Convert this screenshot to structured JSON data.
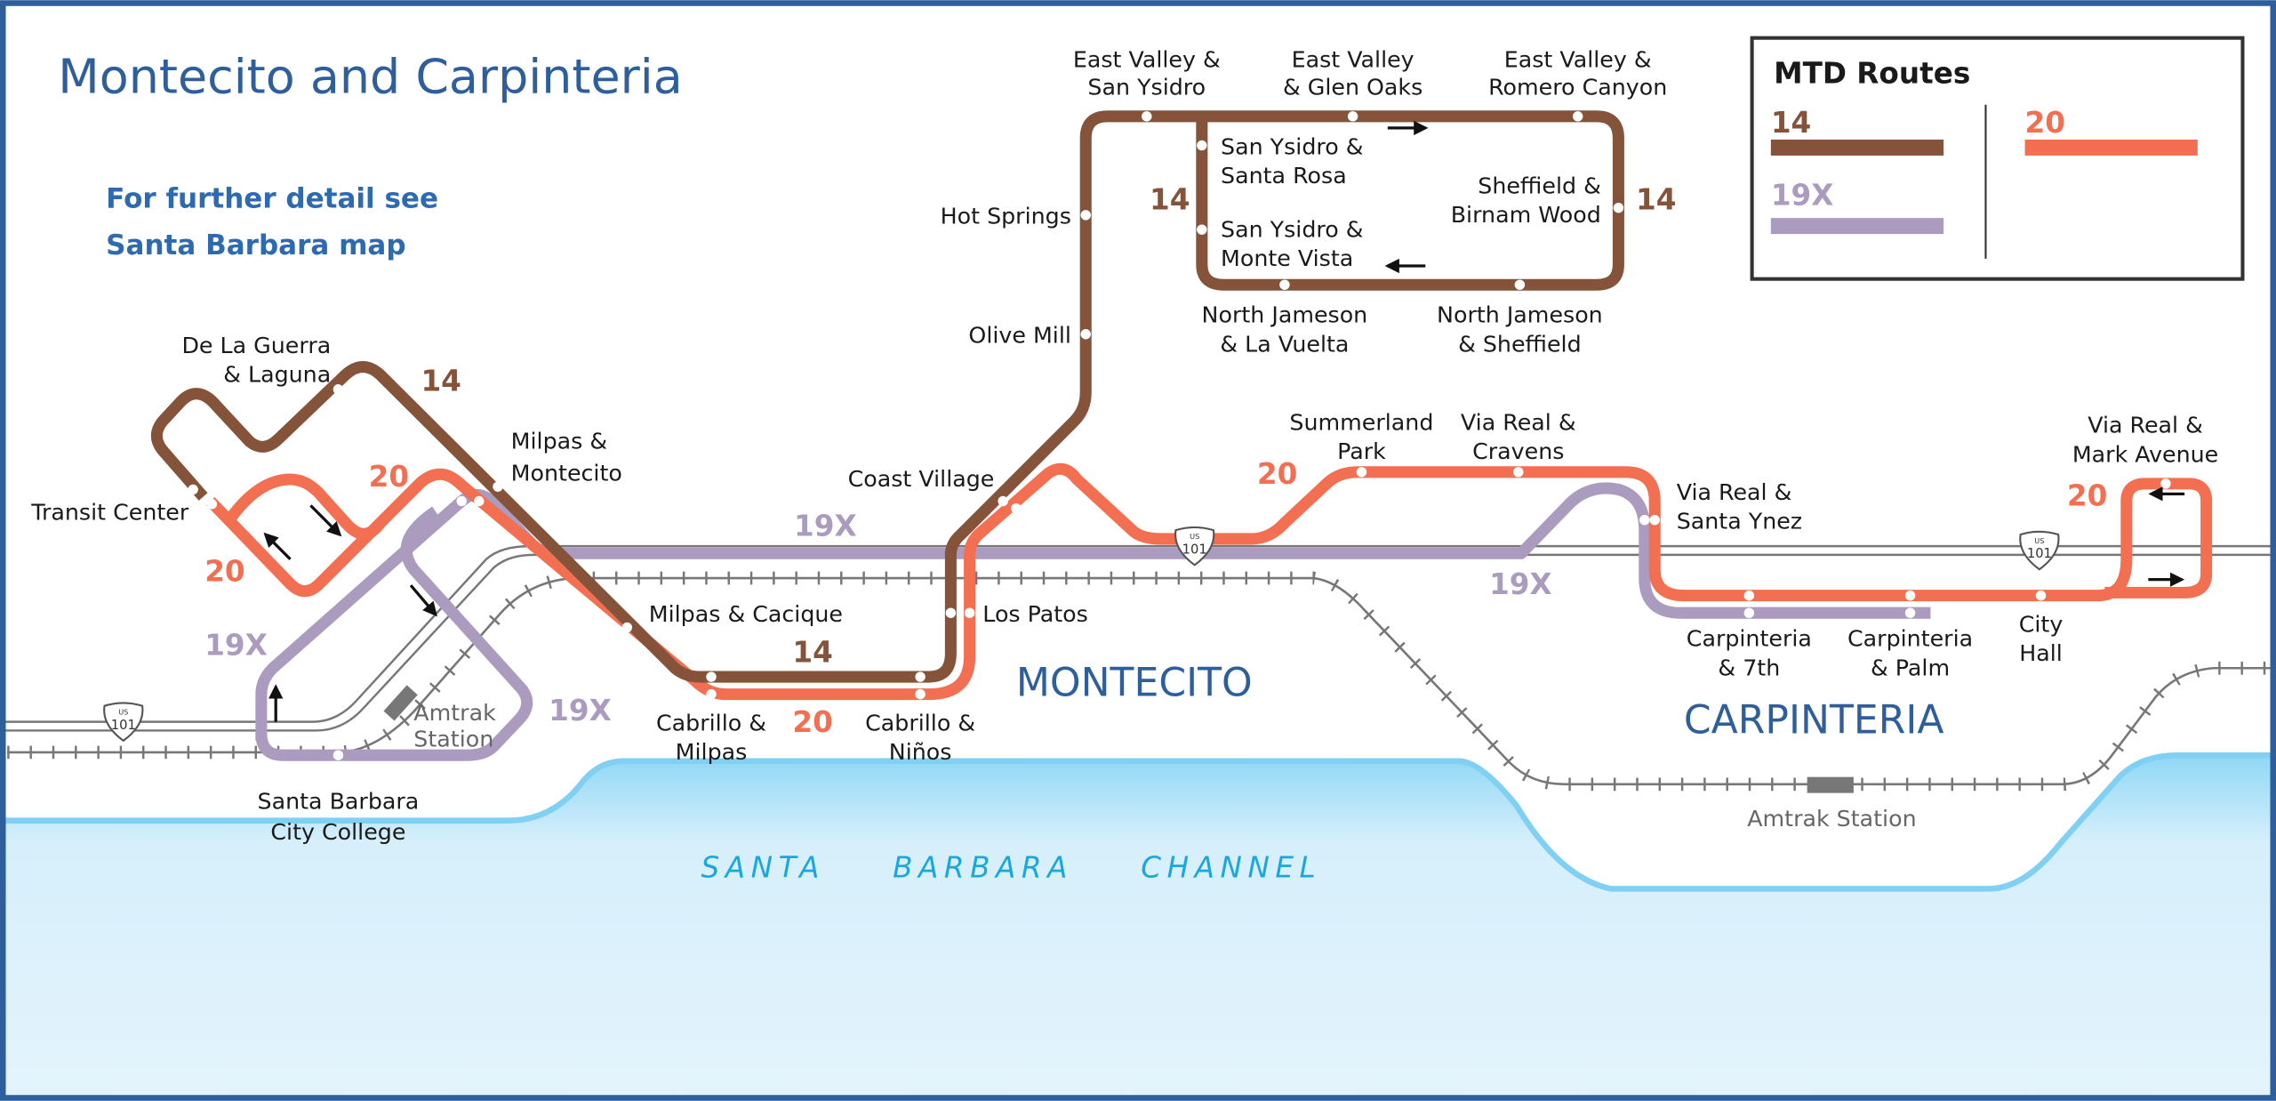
{
  "title": "Montecito and Carpinteria",
  "note": [
    "For further detail see",
    "Santa Barbara map"
  ],
  "legend": {
    "title": "MTD Routes",
    "routes": [
      {
        "name": "14",
        "color": "#84533a"
      },
      {
        "name": "19X",
        "color": "#ab9bbf"
      },
      {
        "name": "20",
        "color": "#f26f52"
      }
    ]
  },
  "stops": {
    "east_valley_san_ysidro": [
      "East Valley &",
      "San Ysidro"
    ],
    "east_valley_glen_oaks": [
      "East Valley",
      "& Glen Oaks"
    ],
    "east_valley_romero": [
      "East Valley &",
      "Romero Canyon"
    ],
    "san_ysidro_santa_rosa": [
      "San Ysidro &",
      "Santa Rosa"
    ],
    "san_ysidro_monte_vista": [
      "San Ysidro &",
      "Monte Vista"
    ],
    "sheffield_birnam": [
      "Sheffield &",
      "Birnam Wood"
    ],
    "jameson_la_vuelta": [
      "North Jameson",
      "& La Vuelta"
    ],
    "jameson_sheffield": [
      "North Jameson",
      "& Sheffield"
    ],
    "hot_springs": "Hot Springs",
    "olive_mill": "Olive Mill",
    "coast_village": "Coast Village",
    "los_patos": "Los Patos",
    "cabrillo_ninos": [
      "Cabrillo &",
      "Niños"
    ],
    "cabrillo_milpas": [
      "Cabrillo &",
      "Milpas"
    ],
    "milpas_cacique": "Milpas & Cacique",
    "milpas_montecito": [
      "Milpas &",
      "Montecito"
    ],
    "de_la_guerra": [
      "De La Guerra",
      "& Laguna"
    ],
    "transit_center": "Transit Center",
    "sbcc": [
      "Santa Barbara",
      "City College"
    ],
    "amtrak_sb": [
      "Amtrak",
      "Station"
    ],
    "summerland_park": [
      "Summerland",
      "Park"
    ],
    "via_real_cravens": [
      "Via Real &",
      "Cravens"
    ],
    "via_real_santa_ynez": [
      "Via Real &",
      "Santa Ynez"
    ],
    "carp_7th": [
      "Carpinteria",
      "& 7th"
    ],
    "carp_palm": [
      "Carpinteria",
      "& Palm"
    ],
    "city_hall": [
      "City",
      "Hall"
    ],
    "via_real_mark": [
      "Via Real &",
      "Mark Avenue"
    ],
    "amtrak_carp": "Amtrak Station"
  },
  "areas": {
    "montecito": "MONTECITO",
    "carpinteria": "CARPINTERIA"
  },
  "water": [
    "SANTA",
    "BARBARA",
    "CHANNEL"
  ],
  "highway": {
    "top": "US",
    "number": "101"
  },
  "route_labels": {
    "r14": "14",
    "r19x": "19X",
    "r20": "20"
  }
}
